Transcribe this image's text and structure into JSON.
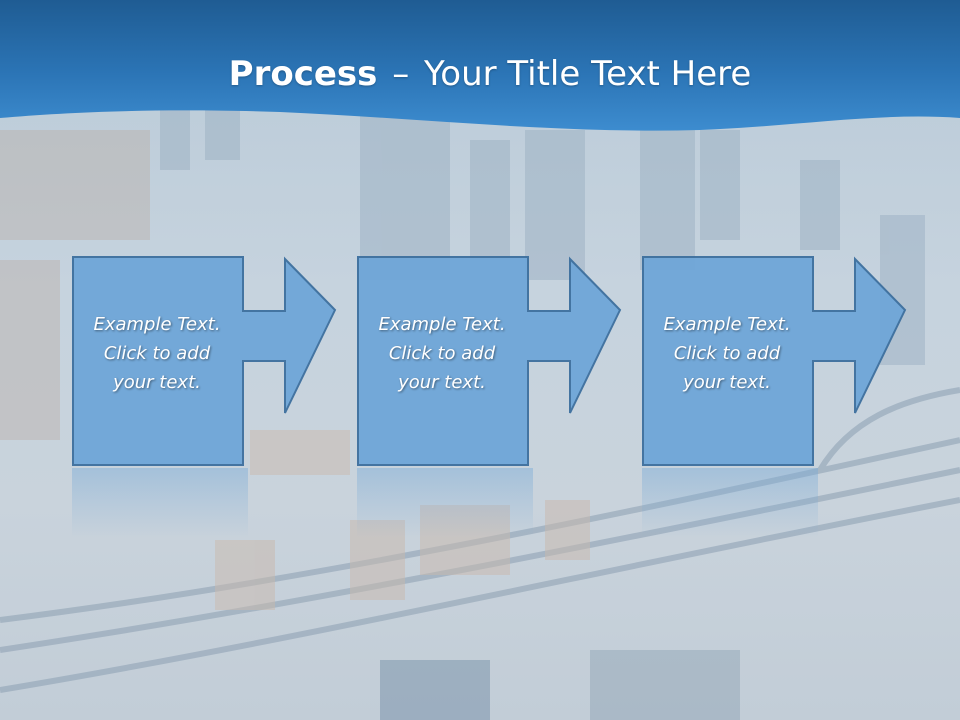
{
  "slide": {
    "title_bold": "Process",
    "title_separator": "–",
    "title_rest": "Your Title Text Here",
    "colors": {
      "header_blue": "#2a6fae",
      "box_fill": "#6fa6d8",
      "box_border": "#3d6f9e",
      "text": "#ffffff"
    },
    "background_image": "aerial-city-photo"
  },
  "steps": [
    {
      "line1": "Example Text.",
      "line2": "Click  to add",
      "line3": "your text."
    },
    {
      "line1": "Example Text.",
      "line2": "Click  to add",
      "line3": "your text."
    },
    {
      "line1": "Example Text.",
      "line2": "Click  to add",
      "line3": "your text."
    }
  ]
}
